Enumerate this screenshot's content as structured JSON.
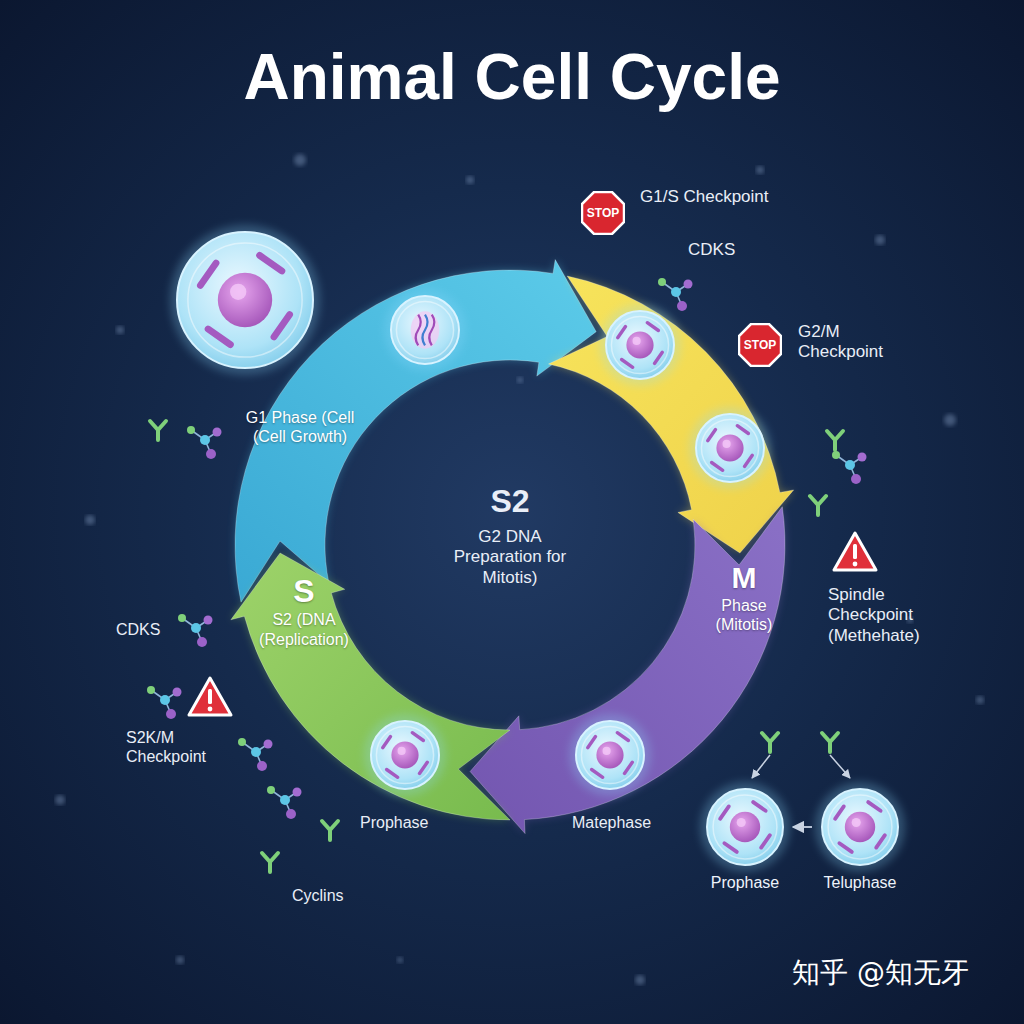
{
  "diagram": {
    "title": "Animal Cell Cycle",
    "nodes": [
      {
        "text": [
          "G1 Phase (Cell (Cell Growth)"
        ]
      },
      {
        "text": [
          "STOP"
        ]
      },
      {
        "text": [
          "STOP"
        ]
      },
      {
        "text": [
          "M",
          "Phase (Mitotis)"
        ]
      },
      {
        "text": [
          "S",
          "S2 (DNA (Replication)"
        ]
      },
      {
        "text": [
          "Prophase"
        ]
      },
      {
        "text": [
          "Teluphase"
        ]
      }
    ],
    "edges": [
      {
        "from": 6,
        "to": 5,
        "arrow": "to"
      }
    ],
    "labels": [
      "G1/S Checkpoint",
      "CDKS",
      "G2/M Checkpoint",
      "S2",
      "G2 DNA Preparation for Mitotis)",
      "Spindle Checkpoint (Methehate)",
      "CDKS",
      "S2K/M Checkpoint",
      "Prophase",
      "Matephase",
      "Cyclins",
      "知乎 @知无牙"
    ]
  }
}
